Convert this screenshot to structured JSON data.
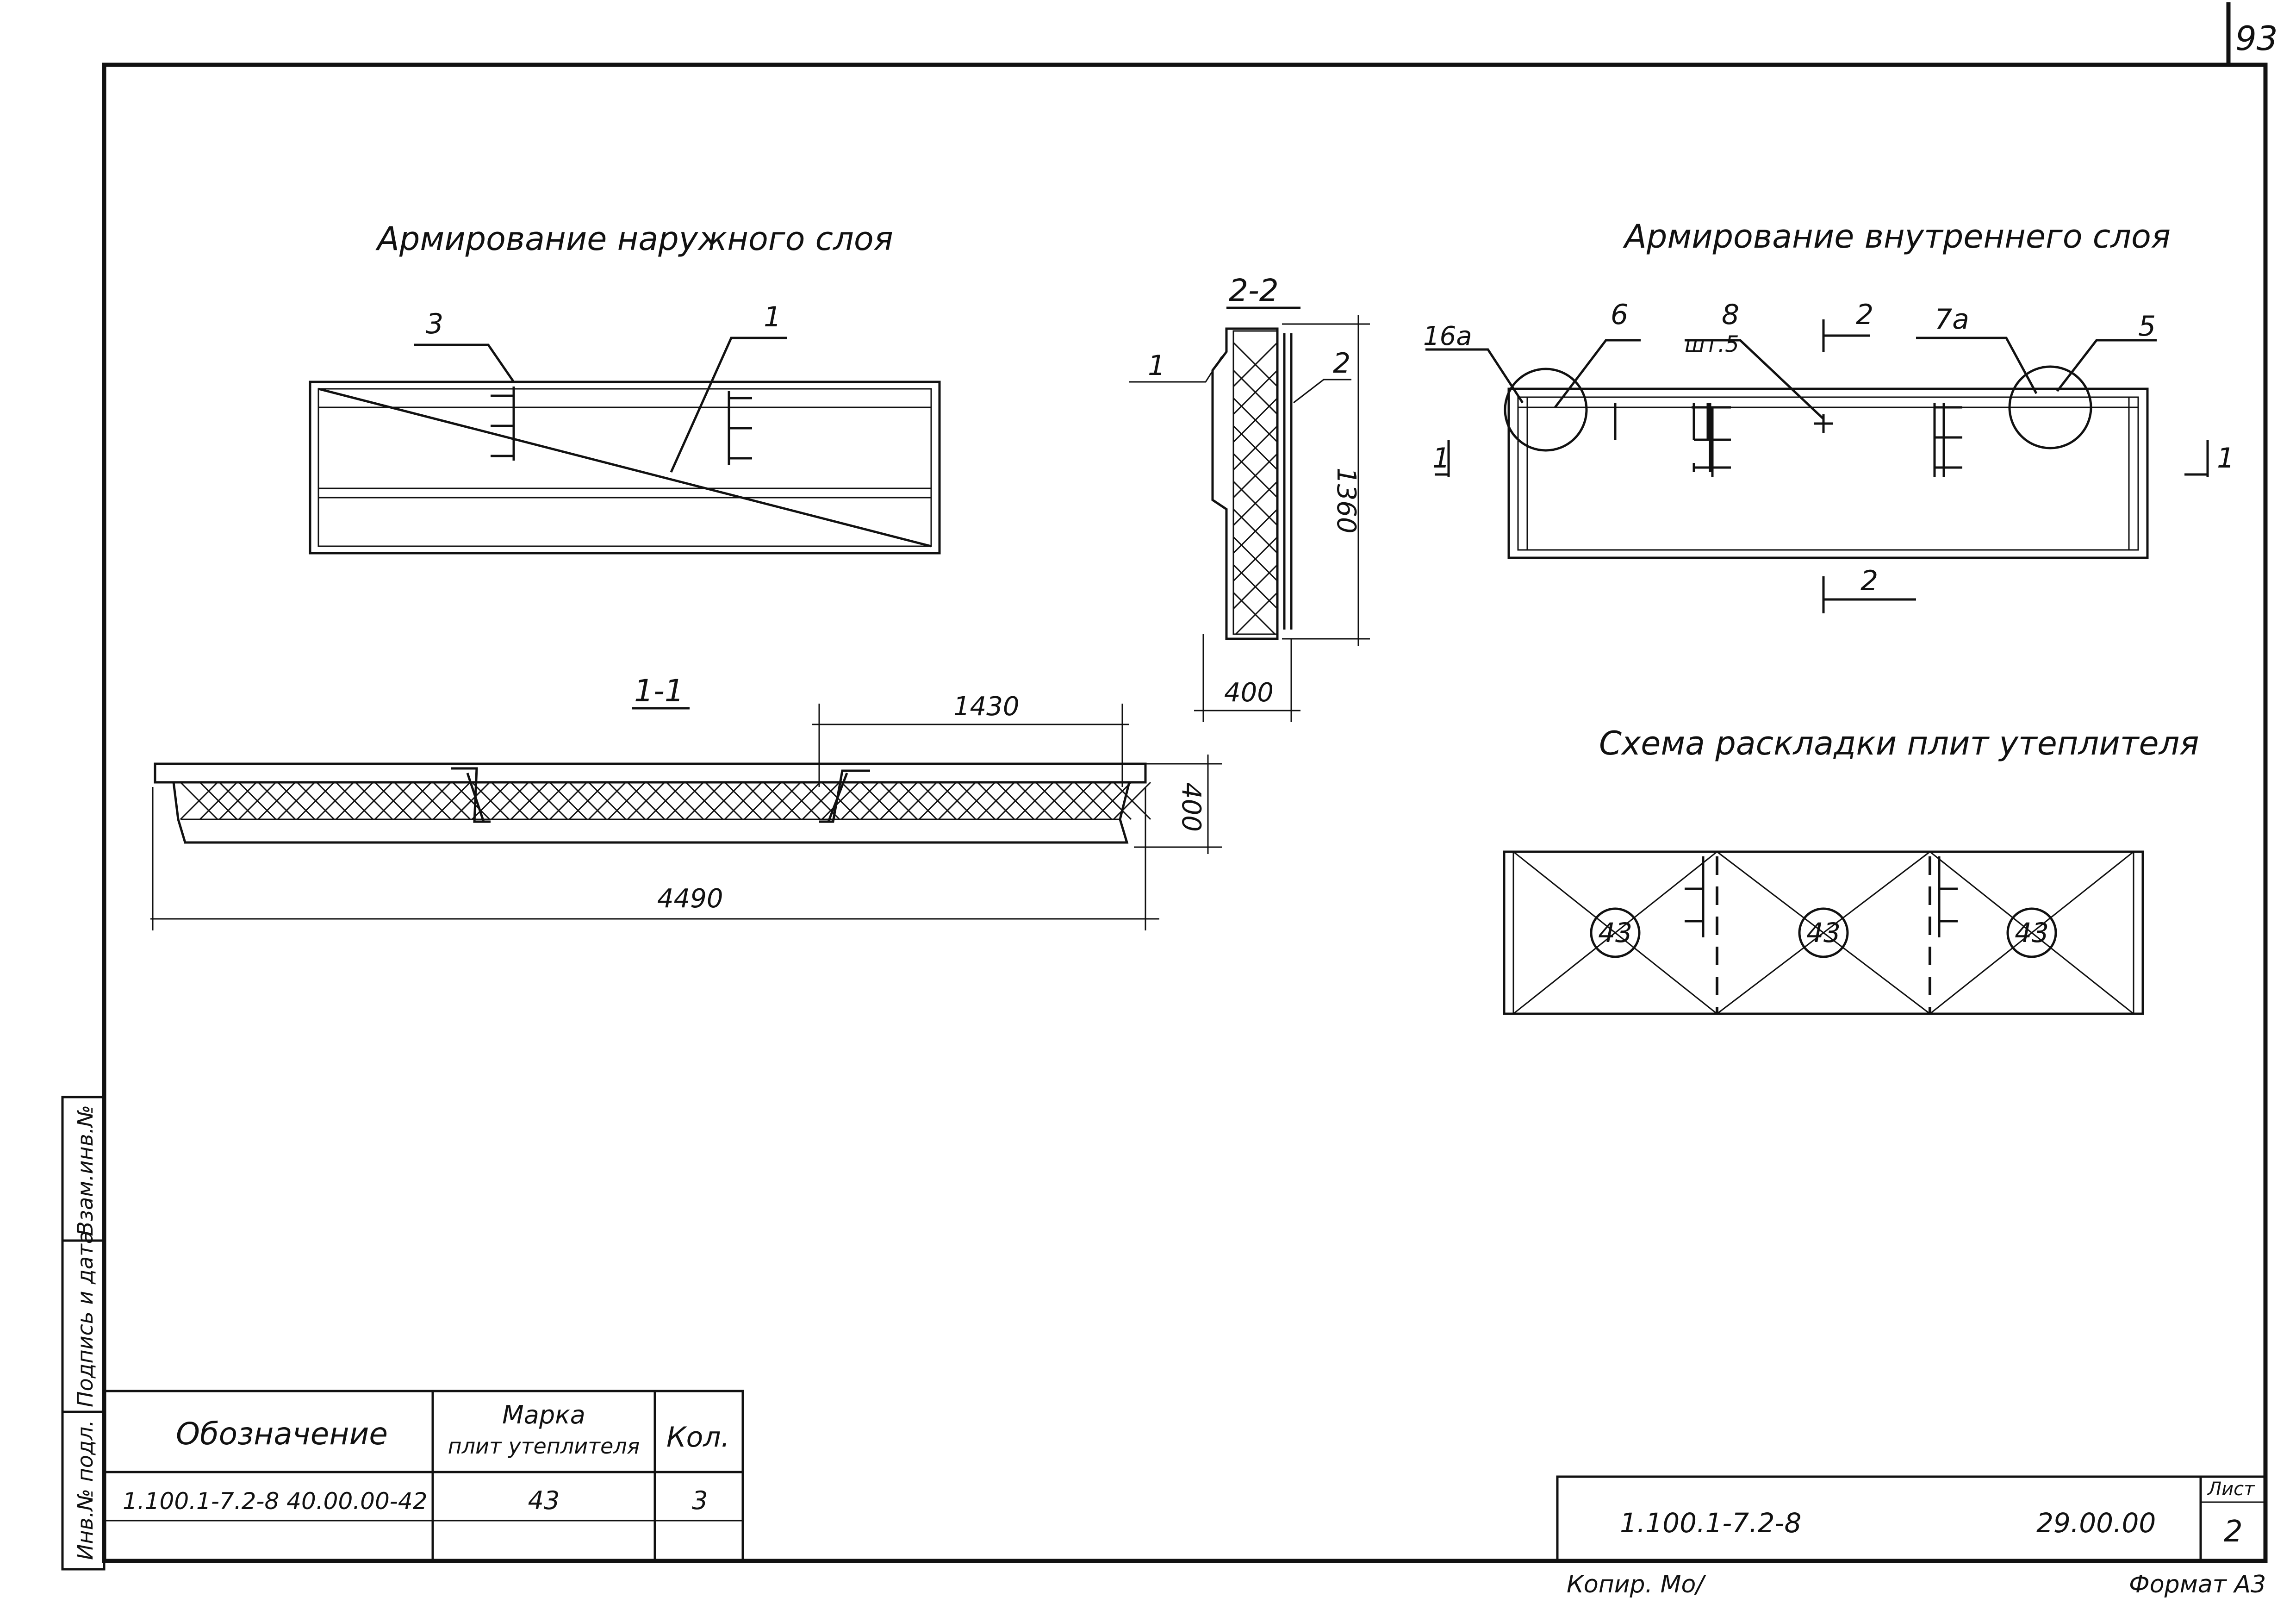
{
  "page_number": "93",
  "views": {
    "outer_layer_title": "Армирование наружного слоя",
    "inner_layer_title": "Армирование внутреннего слоя",
    "insulation_layout_title": "Схема раскладки плит утеплителя",
    "section_1_1": "1-1",
    "section_2_2": "2-2"
  },
  "callouts": {
    "outer_3": "3",
    "outer_1": "1",
    "s22_1": "1",
    "s22_2": "2",
    "inner_16a": "16а",
    "inner_6": "6",
    "inner_8": "8",
    "inner_8_sub": "шт.5",
    "inner_2_top": "2",
    "inner_7a": "7а",
    "inner_5": "5",
    "inner_1_left": "1",
    "inner_1_right": "1",
    "inner_2_bottom": "2"
  },
  "dimensions": {
    "s22_height": "1360",
    "s22_width": "400",
    "s11_span": "1430",
    "s11_thickness": "400",
    "s11_length": "4490"
  },
  "insulation_marks": [
    "43",
    "43",
    "43"
  ],
  "spec_table": {
    "headers": {
      "designation": "Обозначение",
      "mark_line1": "Марка",
      "mark_line2": "плит утеплителя",
      "qty": "Кол."
    },
    "rows": [
      {
        "designation": "1.100.1-7.2-8  40.00.00-42",
        "mark": "43",
        "qty": "3"
      }
    ]
  },
  "side_stamp": {
    "inv_orig": "Инв.№ подл.",
    "sign_date": "Подпись и дата",
    "inv_repl": "Взам.инв.№"
  },
  "title_block": {
    "code": "1.100.1-7.2-8",
    "doc": "29.00.00",
    "sheet_label": "Лист",
    "sheet": "2"
  },
  "footer": {
    "copied": "Копир. Мо/",
    "format": "Формат А3"
  }
}
